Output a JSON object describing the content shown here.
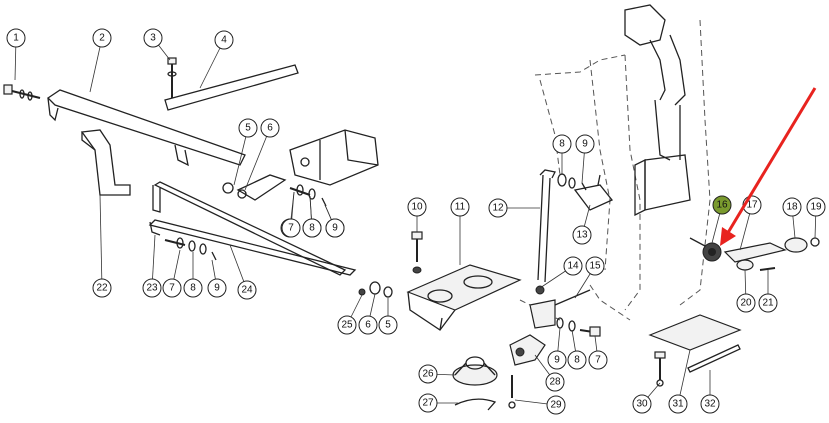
{
  "diagram": {
    "callouts": [
      {
        "label": "1"
      },
      {
        "label": "2"
      },
      {
        "label": "3"
      },
      {
        "label": "4"
      },
      {
        "label": "5"
      },
      {
        "label": "6"
      },
      {
        "label": "7"
      },
      {
        "label": "8"
      },
      {
        "label": "9"
      },
      {
        "label": "10"
      },
      {
        "label": "11"
      },
      {
        "label": "12"
      },
      {
        "label": "13"
      },
      {
        "label": "14"
      },
      {
        "label": "15"
      },
      {
        "label": "16"
      },
      {
        "label": "17"
      },
      {
        "label": "18"
      },
      {
        "label": "19"
      },
      {
        "label": "20"
      },
      {
        "label": "21"
      },
      {
        "label": "22"
      },
      {
        "label": "23"
      },
      {
        "label": "7"
      },
      {
        "label": "8"
      },
      {
        "label": "9"
      },
      {
        "label": "24"
      },
      {
        "label": "25"
      },
      {
        "label": "6"
      },
      {
        "label": "5"
      },
      {
        "label": "7"
      },
      {
        "label": "8"
      },
      {
        "label": "9"
      },
      {
        "label": "8"
      },
      {
        "label": "9"
      },
      {
        "label": "9"
      },
      {
        "label": "8"
      },
      {
        "label": "7"
      },
      {
        "label": "26"
      },
      {
        "label": "27"
      },
      {
        "label": "28"
      },
      {
        "label": "29"
      },
      {
        "label": "30"
      },
      {
        "label": "31"
      },
      {
        "label": "32"
      }
    ],
    "highlight": {
      "label": "16",
      "color": "#7a9a2e"
    },
    "arrow_color": "#e8231f"
  }
}
